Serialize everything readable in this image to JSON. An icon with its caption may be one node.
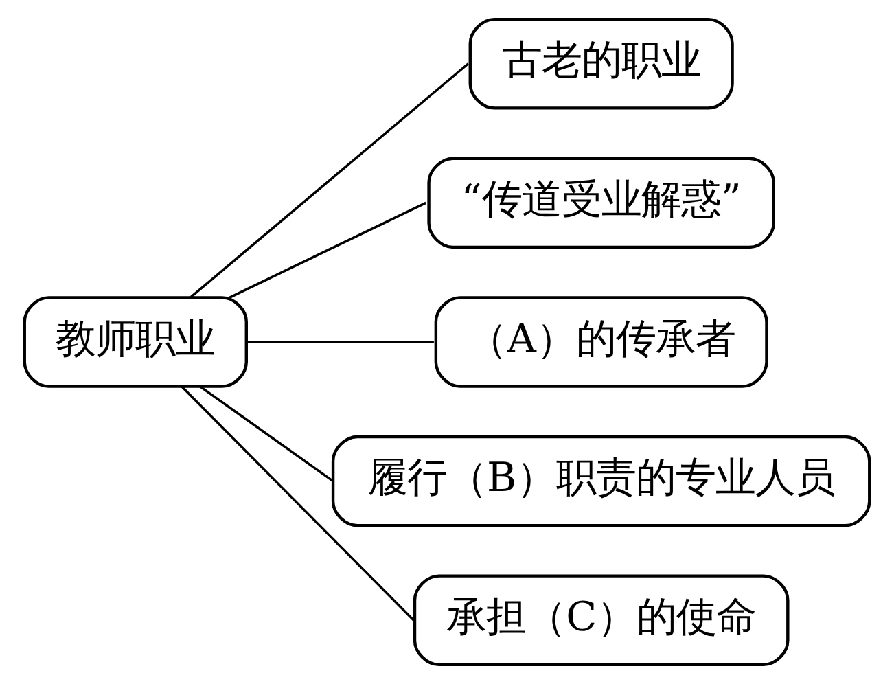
{
  "diagram": {
    "nodes": [
      {
        "text": [
          "教师职业"
        ]
      },
      {
        "text": [
          "古老的职业"
        ]
      },
      {
        "text": [
          "“传道受业解惑”"
        ]
      },
      {
        "text": [
          "（A）的传承者"
        ]
      },
      {
        "text": [
          "履行（B）职责的专业人员"
        ]
      },
      {
        "text": [
          "承担（C）的使命"
        ]
      }
    ],
    "edges": [
      {
        "from": 0,
        "to": 1,
        "arrow": "none"
      },
      {
        "from": 0,
        "to": 2,
        "arrow": "none"
      },
      {
        "from": 0,
        "to": 3,
        "arrow": "none"
      },
      {
        "from": 0,
        "to": 4,
        "arrow": "none"
      },
      {
        "from": 0,
        "to": 5,
        "arrow": "none"
      }
    ]
  }
}
